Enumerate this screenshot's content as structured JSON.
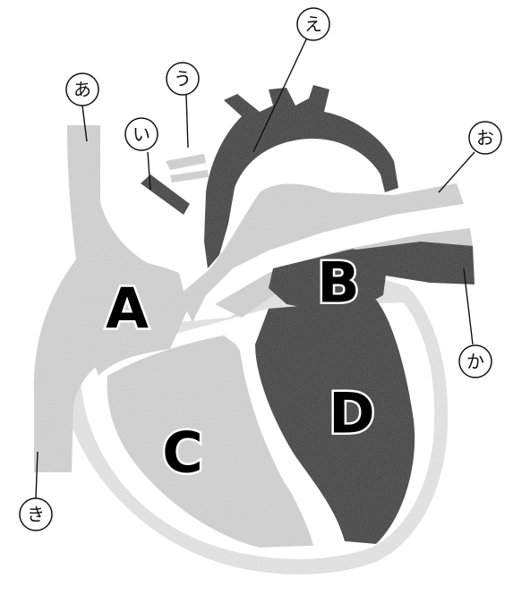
{
  "colors": {
    "light": "#d2d2d2",
    "dark": "#3d3d3d",
    "letter_fill": "#000000",
    "letter_outline": "#ffffff"
  },
  "callouts": {
    "a": "あ",
    "i": "い",
    "u": "う",
    "e": "え",
    "o": "お",
    "ka": "か",
    "ki": "き"
  },
  "chambers": {
    "A": "A",
    "B": "B",
    "C": "C",
    "D": "D"
  }
}
